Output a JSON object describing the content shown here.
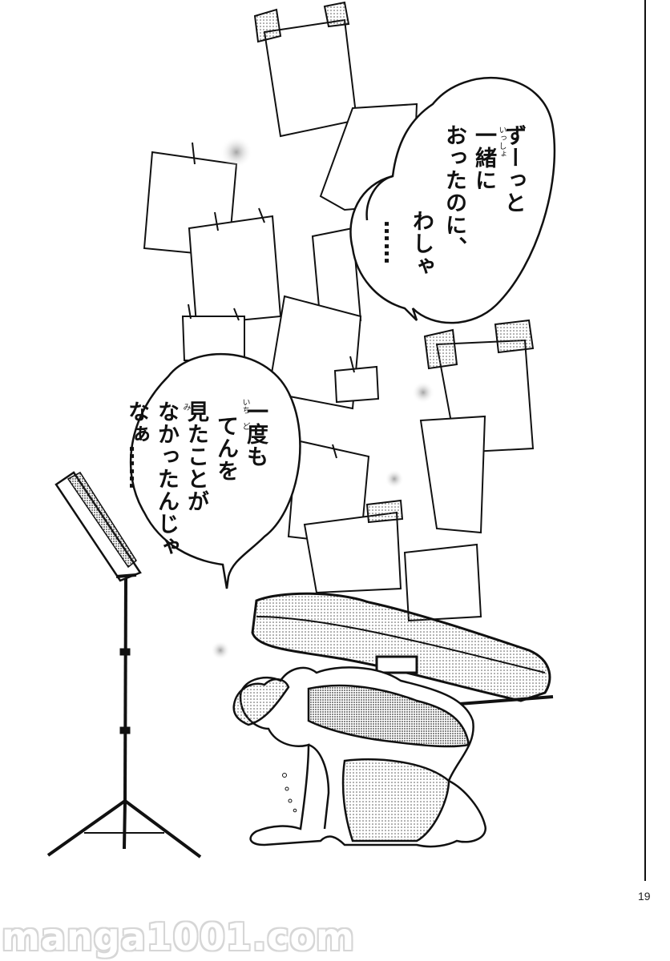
{
  "bubbles": {
    "top_main": {
      "lines": [
        "ずーっと",
        "一緒に",
        "おったのに、"
      ],
      "ruby": "いっしょ"
    },
    "top_inner": {
      "lines": [
        "わしゃ",
        "……"
      ]
    },
    "middle": {
      "lines": [
        "一度も",
        "てんを",
        "見たことが",
        "なかったんじゃ",
        "なぁ……"
      ],
      "ruby_ichido": "いち　ど",
      "ruby_mi": "み"
    }
  },
  "page_number": "19",
  "watermark": "manga1001.com"
}
